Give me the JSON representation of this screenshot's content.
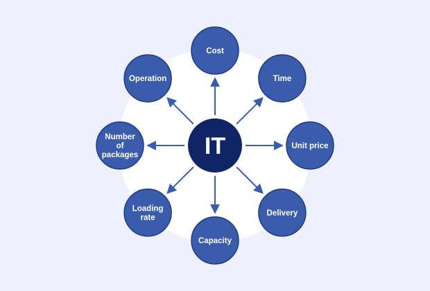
{
  "colors": {
    "background": "#eef1fb",
    "ring": "#ffffff",
    "node_fill": "#3a5cab",
    "node_stroke": "#1d3a86",
    "center_fill": "#0e2566",
    "arrow": "#3a5cab",
    "text": "#ffffff"
  },
  "center": {
    "label": "IT"
  },
  "nodes": [
    {
      "label": "Cost"
    },
    {
      "label": "Time"
    },
    {
      "label": "Unit price"
    },
    {
      "label": "Delivery"
    },
    {
      "label": "Capacity"
    },
    {
      "label": "Loading rate"
    },
    {
      "label": "Number of packages"
    },
    {
      "label": "Operation"
    }
  ]
}
